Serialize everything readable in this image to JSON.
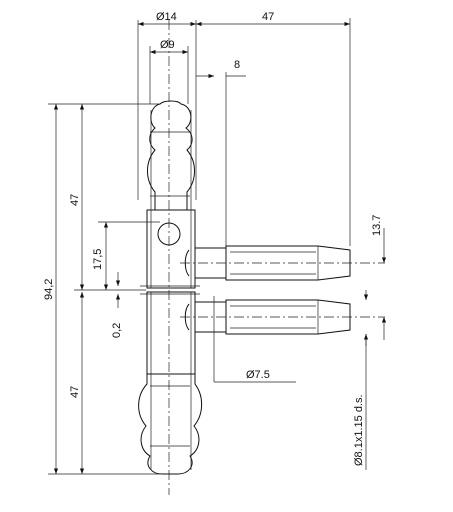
{
  "dimensions": {
    "outer_diameter": "Ø14",
    "inner_diameter": "Ø9",
    "pin_reach": "47",
    "offset": "8",
    "pin_spacing": "13.7",
    "overall_height": "94,2",
    "upper_height": "47",
    "lower_height": "47",
    "knuckle_offset": "17,5",
    "gap": "0,2",
    "pin_diameter": "Ø7.5",
    "thread_spec": "Ø8.1x1.15 d.s."
  }
}
